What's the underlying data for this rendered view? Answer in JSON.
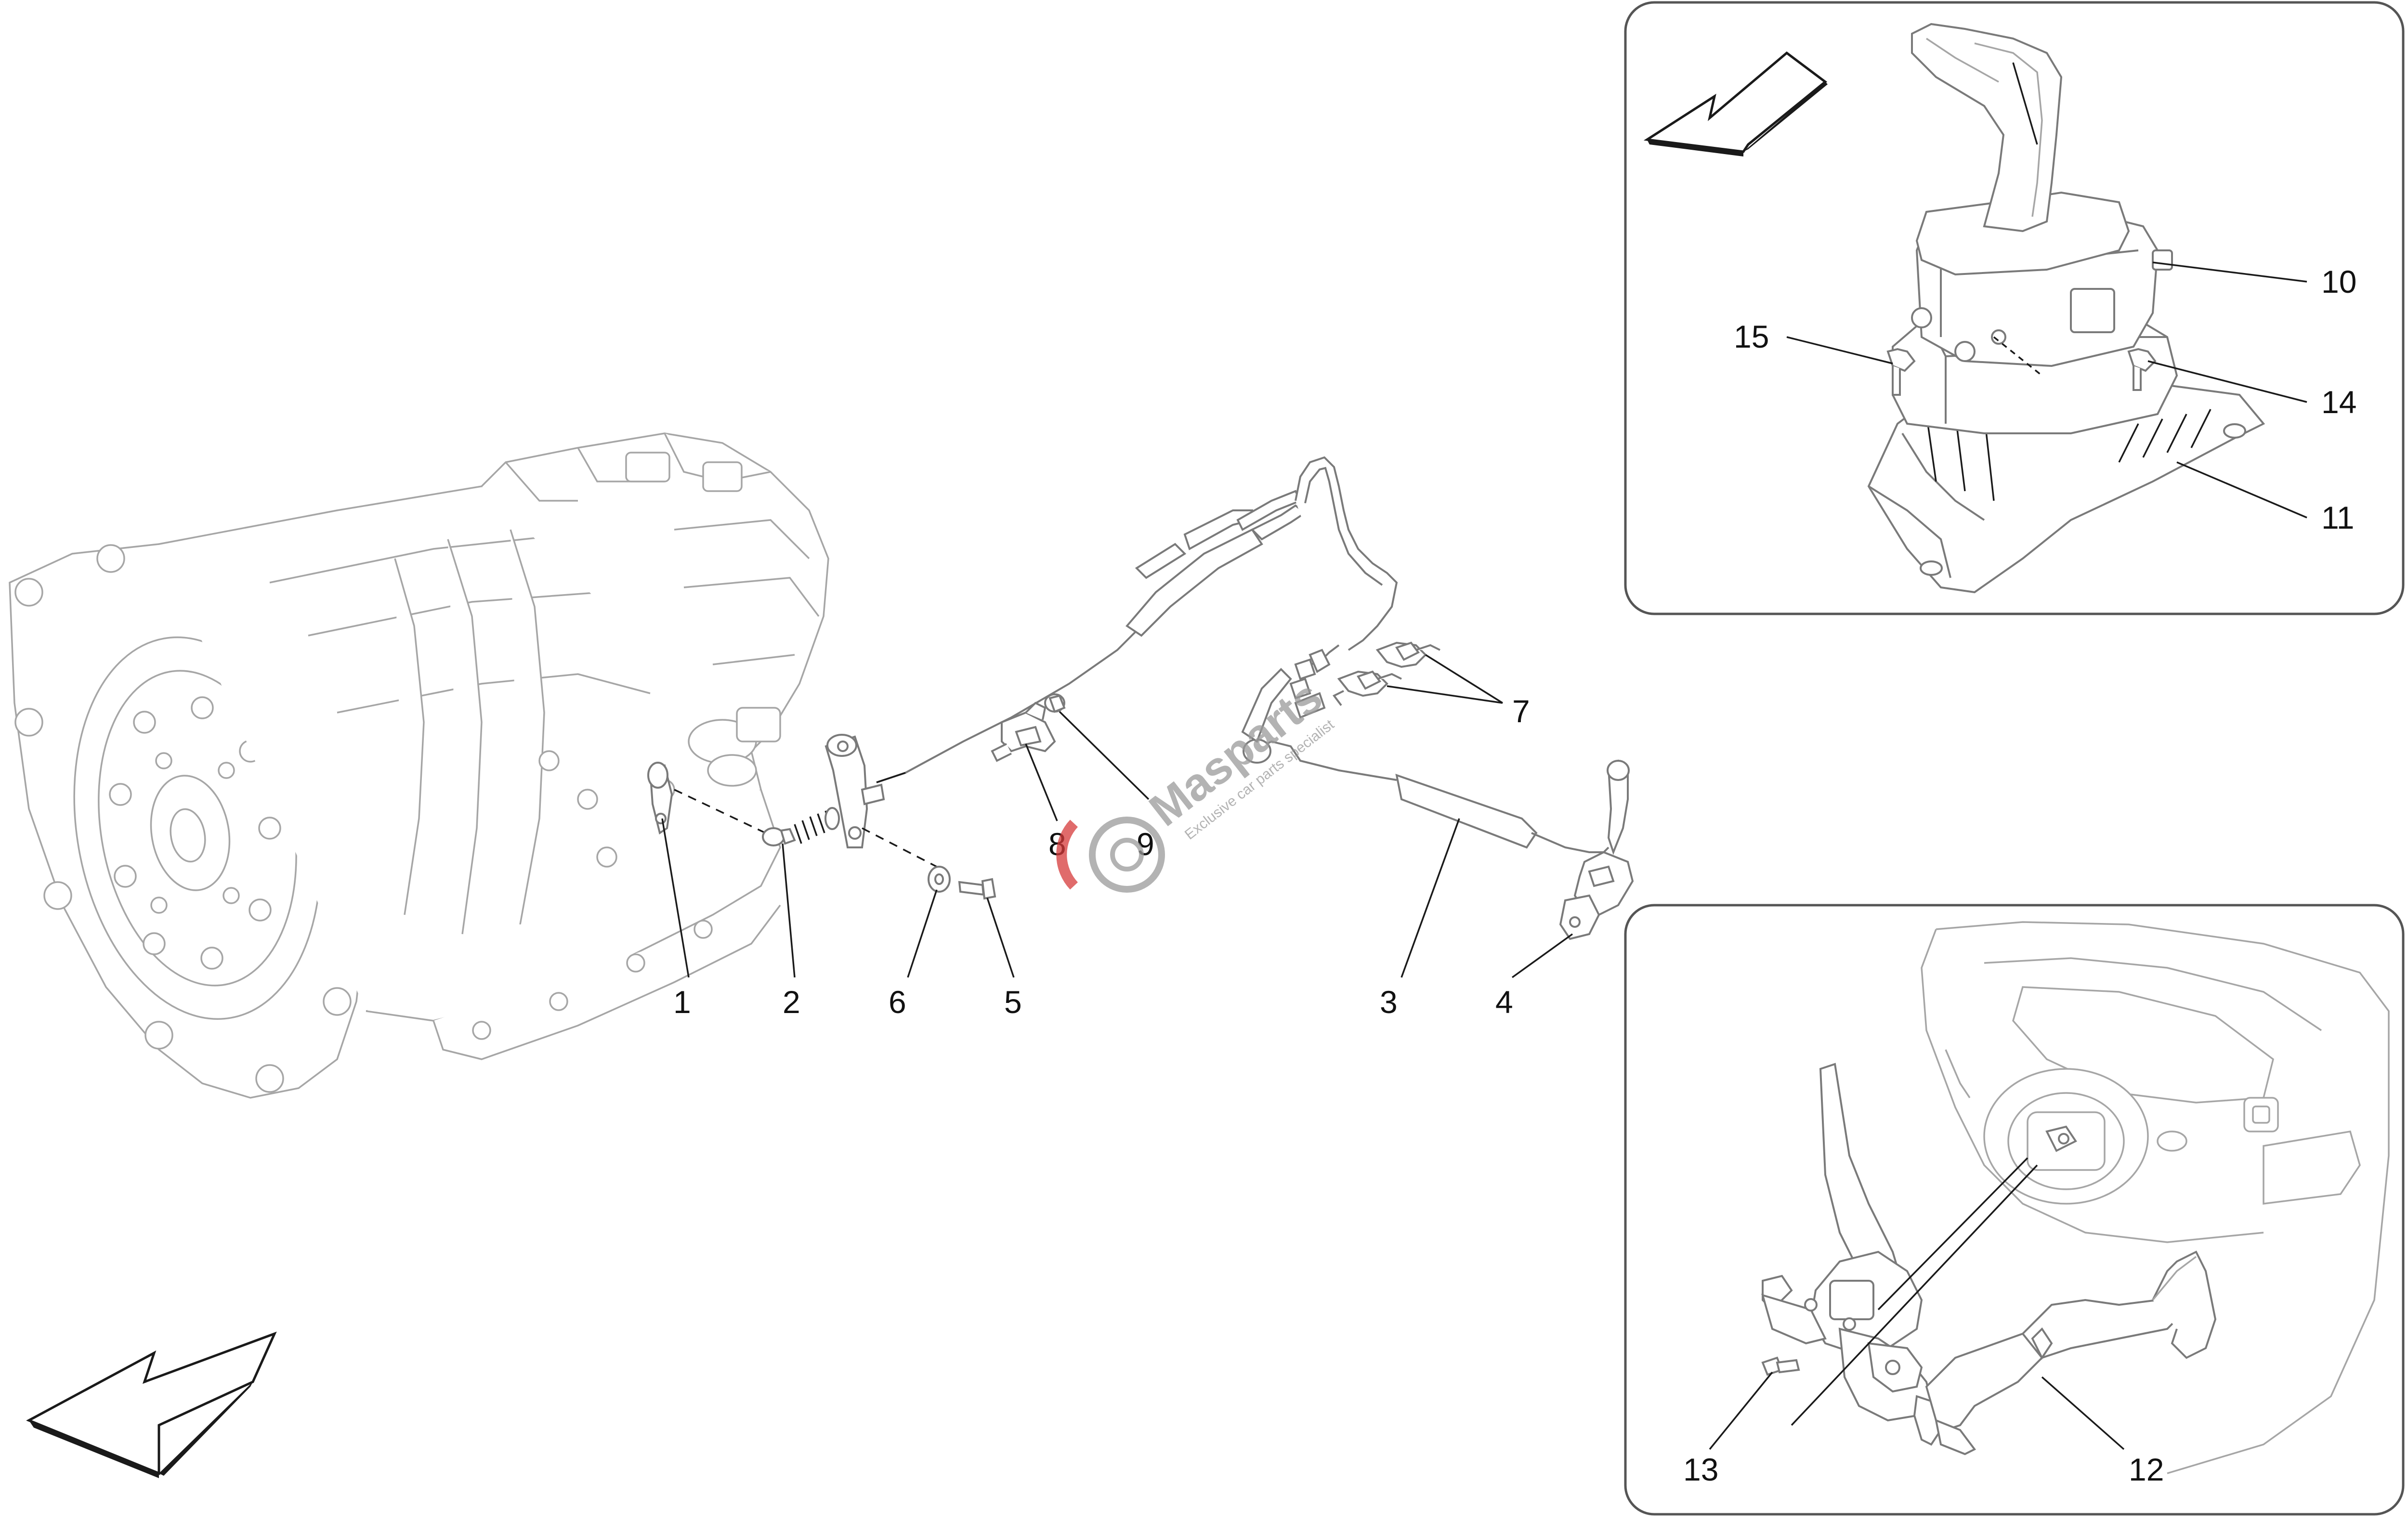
{
  "labels": {
    "l1": "1",
    "l2": "2",
    "l3": "3",
    "l4": "4",
    "l5": "5",
    "l6": "6",
    "l7": "7",
    "l8": "8",
    "l9": "9",
    "l10": "10",
    "l11": "11",
    "l12": "12",
    "l13": "13",
    "l14": "14",
    "l15": "15"
  },
  "watermark": {
    "brand": "Masparts",
    "tagline": "Exclusive car parts specialist"
  },
  "colors": {
    "ink": "#1a1a1a",
    "part_outline": "#7a7a7a",
    "watermark_red": "#d63a3a",
    "watermark_gray": "#9a9a9a"
  },
  "icons": {
    "front_arrow": "direction-arrow-icon",
    "watermark_logo": "brand-logo-icon"
  }
}
